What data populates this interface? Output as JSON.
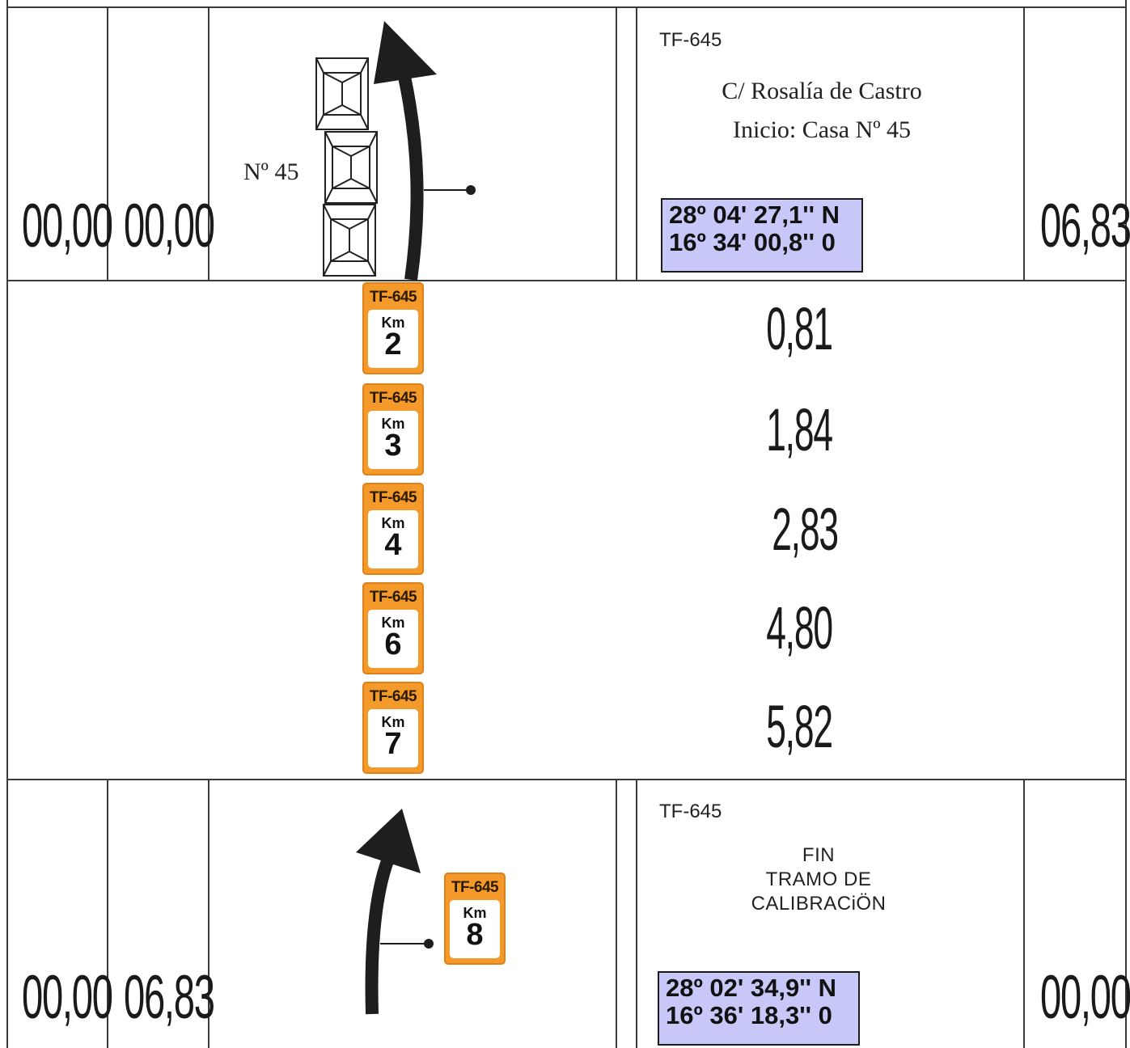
{
  "section_start": {
    "col1_value": "00,00",
    "col2_value": "00,00",
    "house_label": "Nº 45",
    "road_code": "TF-645",
    "street": "C/ Rosalía de Castro",
    "start_note": "Inicio: Casa Nº 45",
    "coord_lat": "28º 04' 27,1'' N",
    "coord_lon": "16º 34' 00,8'' 0",
    "right_value": "06,83",
    "coord_box_color": "#c7c8f7"
  },
  "section_middle": {
    "signs": [
      {
        "road": "TF-645",
        "km_label": "Km",
        "km": "2",
        "distance": "0,81"
      },
      {
        "road": "TF-645",
        "km_label": "Km",
        "km": "3",
        "distance": "1,84"
      },
      {
        "road": "TF-645",
        "km_label": "Km",
        "km": "4",
        "distance": "2,83"
      },
      {
        "road": "TF-645",
        "km_label": "Km",
        "km": "6",
        "distance": "4,80"
      },
      {
        "road": "TF-645",
        "km_label": "Km",
        "km": "7",
        "distance": "5,82"
      }
    ],
    "sign_color": "#f39a2b"
  },
  "section_end": {
    "col1_value": "00,00",
    "col2_value": "06,83",
    "road_code": "TF-645",
    "end_line1": "FIN",
    "end_line2": "TRAMO DE",
    "end_line3": "CALIBRACiÖN",
    "sign": {
      "road": "TF-645",
      "km_label": "Km",
      "km": "8"
    },
    "coord_lat": "28º 02' 34,9'' N",
    "coord_lon": "16º 36' 18,3'' 0",
    "right_value": "00,00"
  }
}
